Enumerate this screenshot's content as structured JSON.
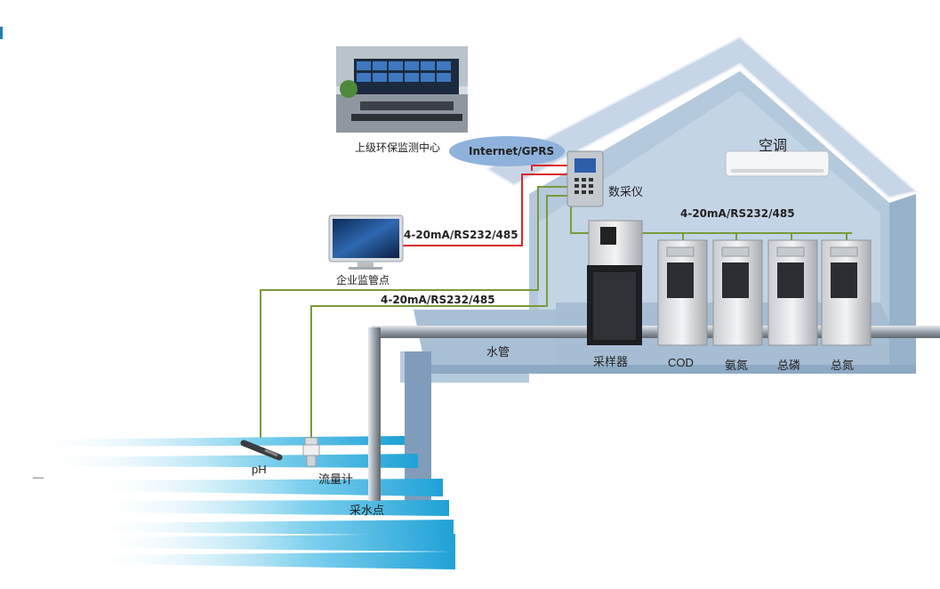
{
  "labels": {
    "monitoring_center": "上级环保监测中心",
    "network": "Internet/GPRS",
    "data_collector": "数采仪",
    "air_conditioner": "空调",
    "enterprise_point": "企业监管点",
    "link_monitor": "4-20mA/RS232/485",
    "link_analyzers": "4-20mA/RS232/485",
    "link_sensors": "4-20mA/RS232/485",
    "water_pipe": "水管",
    "sampler": "采样器",
    "analyzer_1": "COD",
    "analyzer_2": "氨氮",
    "analyzer_3": "总磷",
    "analyzer_4": "总氮",
    "ph_sensor": "pH",
    "flowmeter": "流量计",
    "sampling_point": "采水点",
    "dash_mark": "—"
  },
  "colors": {
    "house_wall": "#b9cde0",
    "roof": "#cfdcea",
    "signal_line": "#7a9a3a",
    "red_line": "#d9262c",
    "pipe": "#9aa3ab",
    "network_ellipse": "#8fb2dc",
    "water": "#2aa7d8"
  }
}
